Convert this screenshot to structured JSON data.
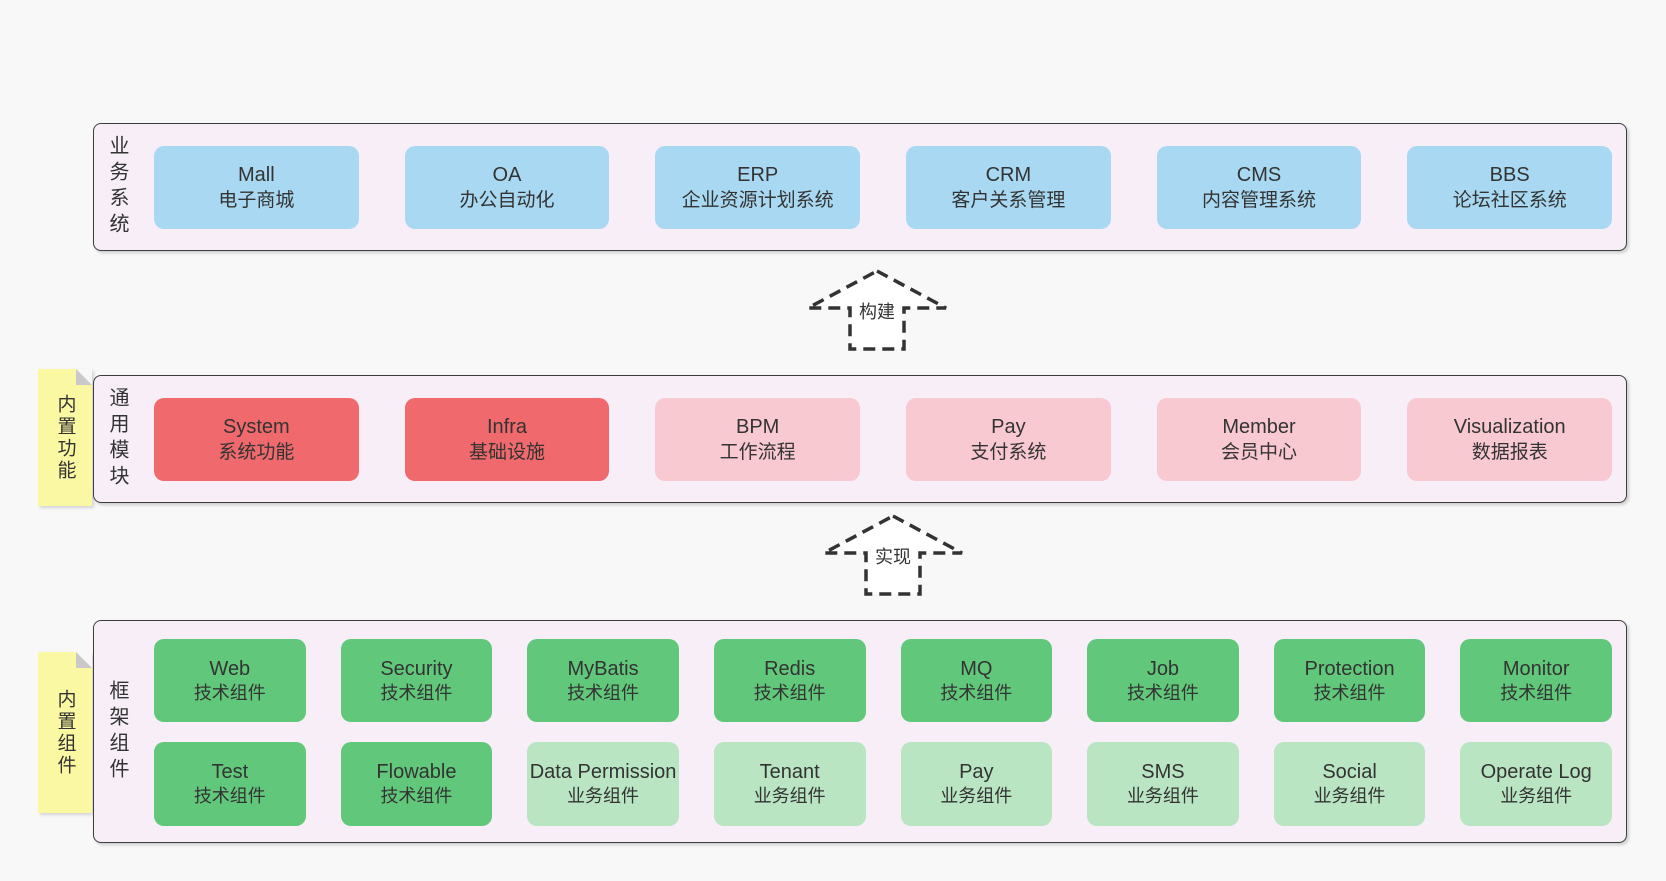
{
  "colors": {
    "page_bg": "#f8f8f8",
    "container_bg": "#f8eef8",
    "container_border": "#3d3d3d",
    "box_blue": "#a9d9f2",
    "box_red": "#f0696d",
    "box_pink": "#f9c9d2",
    "box_green": "#61c87b",
    "box_green_light": "#b9e5c3",
    "sticky_yellow": "#fbf8a3",
    "sticky_fold": "#c9c9c9",
    "text": "#333333"
  },
  "layers": [
    {
      "label": "业务系统",
      "boxes": [
        {
          "name": "Mall",
          "subtitle": "电子商城"
        },
        {
          "name": "OA",
          "subtitle": "办公自动化"
        },
        {
          "name": "ERP",
          "subtitle": "企业资源计划系统"
        },
        {
          "name": "CRM",
          "subtitle": "客户关系管理"
        },
        {
          "name": "CMS",
          "subtitle": "内容管理系统"
        },
        {
          "name": "BBS",
          "subtitle": "论坛社区系统"
        }
      ]
    },
    {
      "label": "通用模块",
      "sticky": "内置功能",
      "boxes": [
        {
          "name": "System",
          "subtitle": "系统功能"
        },
        {
          "name": "Infra",
          "subtitle": "基础设施"
        },
        {
          "name": "BPM",
          "subtitle": "工作流程"
        },
        {
          "name": "Pay",
          "subtitle": "支付系统"
        },
        {
          "name": "Member",
          "subtitle": "会员中心"
        },
        {
          "name": "Visualization",
          "subtitle": "数据报表"
        }
      ]
    },
    {
      "label": "框架组件",
      "sticky": "内置组件",
      "row1": [
        {
          "name": "Web",
          "subtitle": "技术组件"
        },
        {
          "name": "Security",
          "subtitle": "技术组件"
        },
        {
          "name": "MyBatis",
          "subtitle": "技术组件"
        },
        {
          "name": "Redis",
          "subtitle": "技术组件"
        },
        {
          "name": "MQ",
          "subtitle": "技术组件"
        },
        {
          "name": "Job",
          "subtitle": "技术组件"
        },
        {
          "name": "Protection",
          "subtitle": "技术组件"
        },
        {
          "name": "Monitor",
          "subtitle": "技术组件"
        }
      ],
      "row2": [
        {
          "name": "Test",
          "subtitle": "技术组件"
        },
        {
          "name": "Flowable",
          "subtitle": "技术组件"
        },
        {
          "name": "Data Permission",
          "subtitle": "业务组件"
        },
        {
          "name": "Tenant",
          "subtitle": "业务组件"
        },
        {
          "name": "Pay",
          "subtitle": "业务组件"
        },
        {
          "name": "SMS",
          "subtitle": "业务组件"
        },
        {
          "name": "Social",
          "subtitle": "业务组件"
        },
        {
          "name": "Operate Log",
          "subtitle": "业务组件"
        }
      ]
    }
  ],
  "arrows": [
    {
      "label": "构建"
    },
    {
      "label": "实现"
    }
  ]
}
